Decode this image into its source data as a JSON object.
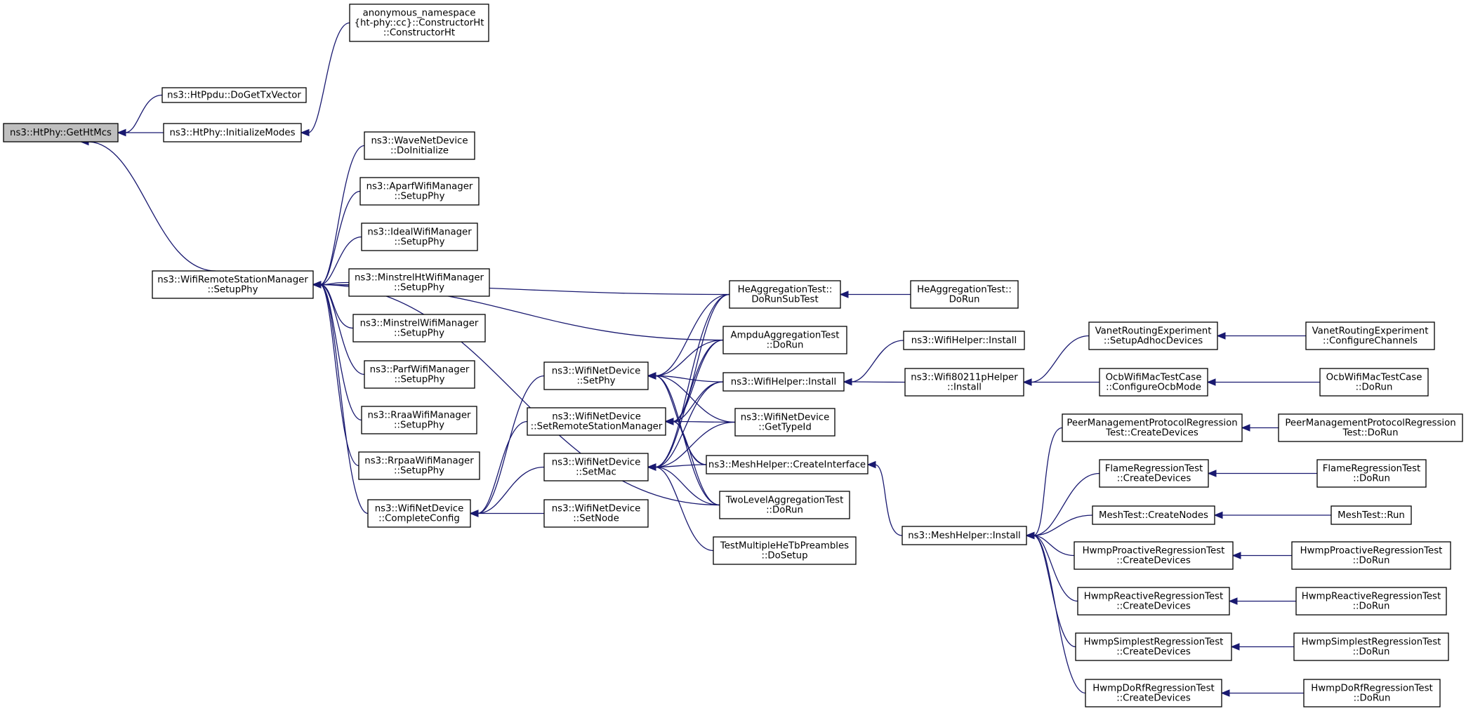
{
  "graph": {
    "title": "ns3::HtPhy::GetHtMcs caller graph",
    "colors": {
      "edge": "#191970",
      "root_fill": "#bfbfbf",
      "node_fill": "#ffffff",
      "border": "#000000"
    },
    "nodes": [
      {
        "id": "n_root",
        "lines": [
          "ns3::HtPhy::GetHtMcs"
        ],
        "root": true
      },
      {
        "id": "n_htppdu",
        "lines": [
          "ns3::HtPpdu::DoGetTxVector"
        ]
      },
      {
        "id": "n_initmodes",
        "lines": [
          "ns3::HtPhy::InitializeModes"
        ]
      },
      {
        "id": "n_anon",
        "lines": [
          "anonymous_namespace",
          "{ht-phy::cc}::ConstructorHt",
          "::ConstructorHt"
        ]
      },
      {
        "id": "n_wrsm",
        "lines": [
          "ns3::WifiRemoteStationManager",
          "::SetupPhy"
        ]
      },
      {
        "id": "n_wave",
        "lines": [
          "ns3::WaveNetDevice",
          "::DoInitialize"
        ]
      },
      {
        "id": "n_aparf",
        "lines": [
          "ns3::AparfWifiManager",
          "::SetupPhy"
        ]
      },
      {
        "id": "n_ideal",
        "lines": [
          "ns3::IdealWifiManager",
          "::SetupPhy"
        ]
      },
      {
        "id": "n_minht",
        "lines": [
          "ns3::MinstrelHtWifiManager",
          "::SetupPhy"
        ]
      },
      {
        "id": "n_min",
        "lines": [
          "ns3::MinstrelWifiManager",
          "::SetupPhy"
        ]
      },
      {
        "id": "n_parf",
        "lines": [
          "ns3::ParfWifiManager",
          "::SetupPhy"
        ]
      },
      {
        "id": "n_rraa",
        "lines": [
          "ns3::RraaWifiManager",
          "::SetupPhy"
        ]
      },
      {
        "id": "n_rrpaa",
        "lines": [
          "ns3::RrpaaWifiManager",
          "::SetupPhy"
        ]
      },
      {
        "id": "n_complete",
        "lines": [
          "ns3::WifiNetDevice",
          "::CompleteConfig"
        ]
      },
      {
        "id": "n_setphy",
        "lines": [
          "ns3::WifiNetDevice",
          "::SetPhy"
        ]
      },
      {
        "id": "n_setrsm",
        "lines": [
          "ns3::WifiNetDevice",
          "::SetRemoteStationManager"
        ]
      },
      {
        "id": "n_setmac",
        "lines": [
          "ns3::WifiNetDevice",
          "::SetMac"
        ]
      },
      {
        "id": "n_setnode",
        "lines": [
          "ns3::WifiNetDevice",
          "::SetNode"
        ]
      },
      {
        "id": "n_heagg",
        "lines": [
          "HeAggregationTest::",
          "DoRunSubTest"
        ]
      },
      {
        "id": "n_heaggrun",
        "lines": [
          "HeAggregationTest::",
          "DoRun"
        ]
      },
      {
        "id": "n_ampdu",
        "lines": [
          "AmpduAggregationTest",
          "::DoRun"
        ]
      },
      {
        "id": "n_whinst2",
        "lines": [
          "ns3::WifiHelper::Install"
        ]
      },
      {
        "id": "n_whinst1",
        "lines": [
          "ns3::WifiHelper::Install"
        ]
      },
      {
        "id": "n_typeid",
        "lines": [
          "ns3::WifiNetDevice",
          "::GetTypeId"
        ]
      },
      {
        "id": "n_meshci",
        "lines": [
          "ns3::MeshHelper::CreateInterface"
        ]
      },
      {
        "id": "n_twolevel",
        "lines": [
          "TwoLevelAggregationTest",
          "::DoRun"
        ]
      },
      {
        "id": "n_testmult",
        "lines": [
          "TestMultipleHeTbPreambles",
          "::DoSetup"
        ]
      },
      {
        "id": "n_w80211p",
        "lines": [
          "ns3::Wifi80211pHelper",
          "::Install"
        ]
      },
      {
        "id": "n_meshinst",
        "lines": [
          "ns3::MeshHelper::Install"
        ]
      },
      {
        "id": "n_vanet",
        "lines": [
          "VanetRoutingExperiment",
          "::SetupAdhocDevices"
        ]
      },
      {
        "id": "n_vanetcfg",
        "lines": [
          "VanetRoutingExperiment",
          "::ConfigureChannels"
        ]
      },
      {
        "id": "n_ocbcfg",
        "lines": [
          "OcbWifiMacTestCase",
          "::ConfigureOcbMode"
        ]
      },
      {
        "id": "n_ocbrun",
        "lines": [
          "OcbWifiMacTestCase",
          "::DoRun"
        ]
      },
      {
        "id": "n_peercd",
        "lines": [
          "PeerManagementProtocolRegression",
          "Test::CreateDevices"
        ]
      },
      {
        "id": "n_peerrun",
        "lines": [
          "PeerManagementProtocolRegression",
          "Test::DoRun"
        ]
      },
      {
        "id": "n_flamecd",
        "lines": [
          "FlameRegressionTest",
          "::CreateDevices"
        ]
      },
      {
        "id": "n_flamerun",
        "lines": [
          "FlameRegressionTest",
          "::DoRun"
        ]
      },
      {
        "id": "n_meshcn",
        "lines": [
          "MeshTest::CreateNodes"
        ]
      },
      {
        "id": "n_meshrun",
        "lines": [
          "MeshTest::Run"
        ]
      },
      {
        "id": "n_hpcd",
        "lines": [
          "HwmpProactiveRegressionTest",
          "::CreateDevices"
        ]
      },
      {
        "id": "n_hprun",
        "lines": [
          "HwmpProactiveRegressionTest",
          "::DoRun"
        ]
      },
      {
        "id": "n_hrcd",
        "lines": [
          "HwmpReactiveRegressionTest",
          "::CreateDevices"
        ]
      },
      {
        "id": "n_hrrun",
        "lines": [
          "HwmpReactiveRegressionTest",
          "::DoRun"
        ]
      },
      {
        "id": "n_hscd",
        "lines": [
          "HwmpSimplestRegressionTest",
          "::CreateDevices"
        ]
      },
      {
        "id": "n_hsrun",
        "lines": [
          "HwmpSimplestRegressionTest",
          "::DoRun"
        ]
      },
      {
        "id": "n_hdcd",
        "lines": [
          "HwmpDoRfRegressionTest",
          "::CreateDevices"
        ]
      },
      {
        "id": "n_hdrun",
        "lines": [
          "HwmpDoRfRegressionTest",
          "::DoRun"
        ]
      }
    ],
    "edges": [
      [
        "n_htppdu",
        "n_root"
      ],
      [
        "n_initmodes",
        "n_root"
      ],
      [
        "n_wrsm",
        "n_root"
      ],
      [
        "n_anon",
        "n_initmodes"
      ],
      [
        "n_heagg",
        "n_wrsm"
      ],
      [
        "n_ampdu",
        "n_wrsm"
      ],
      [
        "n_wave",
        "n_wrsm"
      ],
      [
        "n_aparf",
        "n_wrsm"
      ],
      [
        "n_ideal",
        "n_wrsm"
      ],
      [
        "n_minht",
        "n_wrsm"
      ],
      [
        "n_min",
        "n_wrsm"
      ],
      [
        "n_parf",
        "n_wrsm"
      ],
      [
        "n_rraa",
        "n_wrsm"
      ],
      [
        "n_rrpaa",
        "n_wrsm"
      ],
      [
        "n_complete",
        "n_wrsm"
      ],
      [
        "n_twolevel",
        "n_wrsm"
      ],
      [
        "n_setphy",
        "n_complete"
      ],
      [
        "n_setrsm",
        "n_complete"
      ],
      [
        "n_setmac",
        "n_complete"
      ],
      [
        "n_setnode",
        "n_complete"
      ],
      [
        "n_heagg",
        "n_setphy"
      ],
      [
        "n_ampdu",
        "n_setphy"
      ],
      [
        "n_whinst1",
        "n_setphy"
      ],
      [
        "n_typeid",
        "n_setphy"
      ],
      [
        "n_meshci",
        "n_setphy"
      ],
      [
        "n_twolevel",
        "n_setphy"
      ],
      [
        "n_heagg",
        "n_setrsm"
      ],
      [
        "n_ampdu",
        "n_setrsm"
      ],
      [
        "n_whinst1",
        "n_setrsm"
      ],
      [
        "n_typeid",
        "n_setrsm"
      ],
      [
        "n_meshci",
        "n_setrsm"
      ],
      [
        "n_twolevel",
        "n_setrsm"
      ],
      [
        "n_heagg",
        "n_setmac"
      ],
      [
        "n_ampdu",
        "n_setmac"
      ],
      [
        "n_whinst1",
        "n_setmac"
      ],
      [
        "n_typeid",
        "n_setmac"
      ],
      [
        "n_meshci",
        "n_setmac"
      ],
      [
        "n_twolevel",
        "n_setmac"
      ],
      [
        "n_testmult",
        "n_setmac"
      ],
      [
        "n_heaggrun",
        "n_heagg"
      ],
      [
        "n_whinst2",
        "n_whinst1"
      ],
      [
        "n_w80211p",
        "n_whinst1"
      ],
      [
        "n_meshinst",
        "n_meshci"
      ],
      [
        "n_vanet",
        "n_w80211p"
      ],
      [
        "n_ocbcfg",
        "n_w80211p"
      ],
      [
        "n_vanetcfg",
        "n_vanet"
      ],
      [
        "n_ocbrun",
        "n_ocbcfg"
      ],
      [
        "n_peercd",
        "n_meshinst"
      ],
      [
        "n_flamecd",
        "n_meshinst"
      ],
      [
        "n_meshcn",
        "n_meshinst"
      ],
      [
        "n_hpcd",
        "n_meshinst"
      ],
      [
        "n_hrcd",
        "n_meshinst"
      ],
      [
        "n_hscd",
        "n_meshinst"
      ],
      [
        "n_hdcd",
        "n_meshinst"
      ],
      [
        "n_peerrun",
        "n_peercd"
      ],
      [
        "n_flamerun",
        "n_flamecd"
      ],
      [
        "n_meshrun",
        "n_meshcn"
      ],
      [
        "n_hprun",
        "n_hpcd"
      ],
      [
        "n_hrrun",
        "n_hrcd"
      ],
      [
        "n_hsrun",
        "n_hscd"
      ],
      [
        "n_hdrun",
        "n_hdcd"
      ]
    ]
  }
}
